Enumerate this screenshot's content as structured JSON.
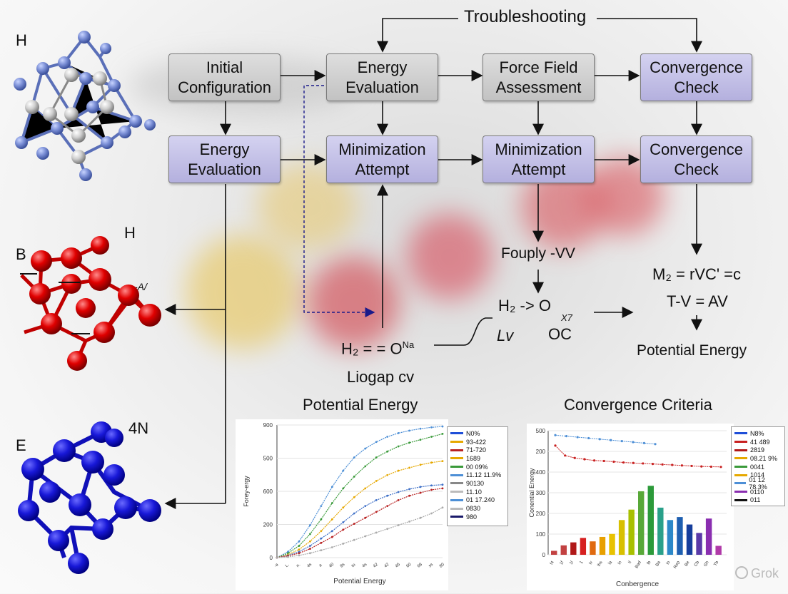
{
  "title": "Troubleshooting",
  "flow": {
    "row1": [
      "Initial Configuration",
      "Energy Evaluation",
      "Force Field Assessment",
      "Convergence Check"
    ],
    "row2": [
      "Energy Evaluation",
      "Minimization Attempt",
      "Minimization Attempt",
      "Convergence Check"
    ]
  },
  "molecules": {
    "top_label": "H",
    "middle_label_left": "B",
    "middle_label_right": "H",
    "middle_annotation": "-A/",
    "bottom_label_left": "E",
    "bottom_label_right": "4N"
  },
  "equations": {
    "fouply": "Fouply -VV",
    "h2_left": "H₂ = = O",
    "h2_sup": "Na",
    "liogap": "Liogap cv",
    "h2_arrow": "H₂ -> O",
    "o_sub": "X7",
    "lv": "Lv",
    "oc": "OC",
    "m2": "M₂ = rVC' =c",
    "tv": "T-V = AV",
    "potential_energy_label": "Potential Energy"
  },
  "colors": {
    "grey_box": "#cfcfcf",
    "purple_box": "#c3c0e6",
    "red_atom": "#d40000",
    "blue_atom": "#1818c8",
    "light_blue_atom": "#7b8fd6"
  },
  "chart_data": [
    {
      "type": "line",
      "title": "Potential Energy",
      "xlabel": "Potential Energy",
      "ylabel": "Forey-ergy",
      "y_ticks": [
        "0",
        "200",
        "600",
        "500",
        "900"
      ],
      "x_ticks": [
        "-a",
        "L.",
        "n.",
        "4s",
        "a",
        "40",
        "8s",
        "to",
        "4s",
        "42",
        "42",
        "45",
        "60",
        "68",
        "ss",
        "80"
      ],
      "ylim": [
        0,
        900
      ],
      "x": [
        0,
        1,
        2,
        3,
        4,
        5,
        6,
        7,
        8,
        9,
        10,
        11,
        12,
        13,
        14,
        15
      ],
      "series": [
        {
          "name": "N0%",
          "color": "#4d8fd6",
          "values": [
            0,
            40,
            110,
            220,
            350,
            480,
            590,
            680,
            740,
            785,
            820,
            845,
            862,
            875,
            884,
            890
          ]
        },
        {
          "name": "93-422",
          "color": "#3a9a3a",
          "values": [
            0,
            30,
            80,
            160,
            260,
            370,
            470,
            550,
            620,
            680,
            720,
            755,
            780,
            800,
            820,
            840
          ]
        },
        {
          "name": "71-720",
          "color": "#e6a800",
          "values": [
            0,
            20,
            55,
            110,
            180,
            260,
            340,
            410,
            470,
            520,
            560,
            590,
            610,
            630,
            645,
            655
          ]
        },
        {
          "name": "1689",
          "color": "#3d6fc7",
          "values": [
            0,
            15,
            40,
            80,
            130,
            180,
            240,
            300,
            350,
            390,
            420,
            445,
            465,
            480,
            490,
            495
          ]
        },
        {
          "name": "00 09%",
          "color": "#b82020",
          "values": [
            0,
            12,
            30,
            60,
            100,
            140,
            190,
            230,
            270,
            310,
            350,
            390,
            420,
            440,
            460,
            470
          ]
        },
        {
          "name": "11.12 11.9%",
          "color": "#aaaaaa",
          "values": [
            0,
            5,
            15,
            30,
            50,
            70,
            95,
            120,
            145,
            170,
            195,
            220,
            245,
            270,
            300,
            340
          ]
        }
      ],
      "legend": [
        "N0%",
        "93-422",
        "71-720",
        "1689",
        "00 09%",
        "11.12 11.9%",
        "90130",
        "11.10",
        "01 17.240",
        "0830",
        "980"
      ]
    },
    {
      "type": "bar",
      "title": "Convergence Criteria",
      "xlabel": "Conbergence",
      "ylabel": "Conential Energy",
      "y_ticks": [
        "0",
        "100",
        "200",
        "300",
        "400",
        "200",
        "500"
      ],
      "ylim": [
        0,
        500
      ],
      "categories": [
        "f4",
        "1f",
        "1l",
        "1",
        "Iv",
        "lhs",
        "la",
        "ln",
        "Il",
        "Bad",
        "lb",
        "Ba",
        "lo",
        "Rep",
        "Be",
        "Cb",
        "Gh",
        "Tb",
        "Il",
        "Rees",
        "Il",
        "Rees"
      ],
      "values": [
        16,
        38,
        50,
        68,
        54,
        72,
        84,
        140,
        182,
        256,
        278,
        190,
        140,
        152,
        122,
        88,
        146,
        36
      ],
      "bar_colors": [
        "#c24141",
        "#c24141",
        "#b01818",
        "#d62020",
        "#e06a10",
        "#e8a000",
        "#e8c200",
        "#d8c000",
        "#a8c000",
        "#58a838",
        "#2c9a3a",
        "#2aa08a",
        "#2c88c8",
        "#1e5fb0",
        "#163e9c",
        "#5a3aa8",
        "#8a2eb0",
        "#b03aa8"
      ],
      "line_series": [
        {
          "name": "blue",
          "color": "#4d8fd6",
          "values": [
            482,
            478,
            474,
            470,
            466,
            462,
            458,
            454,
            450,
            446
          ]
        },
        {
          "name": "red",
          "color": "#c82020",
          "values": [
            440,
            400,
            390,
            385,
            380,
            378,
            375,
            372,
            370,
            368,
            366,
            364,
            362,
            360,
            358,
            356,
            355,
            354
          ]
        }
      ],
      "legend": [
        "N8%",
        "41 489",
        "2819",
        "08.21 9%",
        "0041",
        "1014",
        "01 12 78.3%",
        "0110",
        "011"
      ]
    }
  ],
  "watermark": "Grok"
}
